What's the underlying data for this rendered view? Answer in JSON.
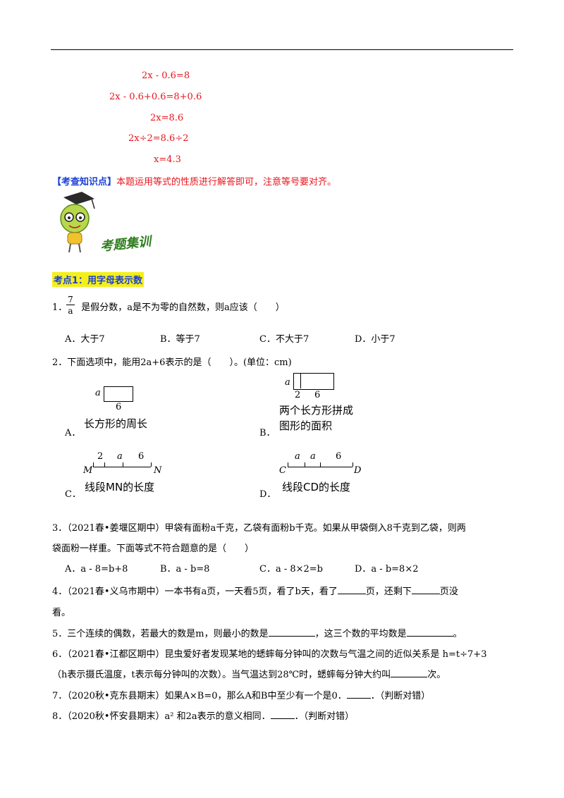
{
  "equations": [
    "2x - 0.6=8",
    "2x - 0.6+0.6=8+0.6",
    "2x=8.6",
    "2x÷2=8.6÷2",
    "x=4.3"
  ],
  "knowledge": {
    "tag": "【考查知识点】",
    "text": "本题运用等式的性质进行解答即可，注意等号要对齐。"
  },
  "mascot_text": "考题集训",
  "section": "考点1：用字母表示数",
  "q1": {
    "num": "1．",
    "frac_num": "7",
    "frac_den": "a",
    "text": "是假分数，a是不为零的自然数，则a应该（　　）",
    "options": [
      "A．大于7",
      "B．等于7",
      "C．不大于7",
      "D．小于7"
    ]
  },
  "q2": {
    "text": "2．下面选项中，能用2a+6表示的是（　　）。(单位：cm)",
    "A": {
      "label": "A．",
      "a": "a",
      "six": "6",
      "caption": "长方形的周长"
    },
    "B": {
      "label": "B．",
      "a": "a",
      "two": "2",
      "six": "6",
      "caption1": "两个长方形拼成",
      "caption2": "图形的面积"
    },
    "C": {
      "label": "C．",
      "two": "2",
      "a": "a",
      "six": "6",
      "M": "M",
      "N": "N",
      "caption": "线段MN的长度"
    },
    "D": {
      "label": "D．",
      "a1": "a",
      "a2": "a",
      "six": "6",
      "C": "C",
      "D": "D",
      "caption": "线段CD的长度"
    }
  },
  "q3": {
    "line1": "3．（2021春•姜堰区期中）甲袋有面粉a千克，乙袋有面粉b千克。如果从甲袋倒入8千克到乙袋，则两",
    "line2": "袋面粉一样重。下面等式不符合题意的是（　　）",
    "options": [
      "A．a - 8=b+8",
      "B．a - b=8",
      "C．a - 8×2=b",
      "D．a - b=8×2"
    ]
  },
  "q4": {
    "p1": "4．（2021春•义乌市期中）一本书有a页，一天看5页，看了b天，看了",
    "p2": "页，还剩下",
    "p3": "页没",
    "line2": "看。"
  },
  "q5": {
    "p1": "5．三个连续的偶数，若最大的数是m，则最小的数是",
    "p2": "，这三个数的平均数是",
    "p3": "。"
  },
  "q6": {
    "line1": "6．（2021春•江都区期中）昆虫爱好者发现某地的蟋蟀每分钟叫的次数与气温之间的近似关系是 h=t÷7+3",
    "p1": "（h表示摄氏温度，t表示每分钟叫的次数）。当气温达到28℃时，蟋蟀每分钟大约叫",
    "p2": "次。"
  },
  "q7": {
    "p1": "7．（2020秋•克东县期末）如果A×B=0，那么A和B中至少有一个是0．",
    "p2": "．（判断对错）"
  },
  "q8": {
    "p1": "8．（2020秋•怀安县期末）a² 和2a表示的意义相同．",
    "p2": "．（判断对错）"
  }
}
